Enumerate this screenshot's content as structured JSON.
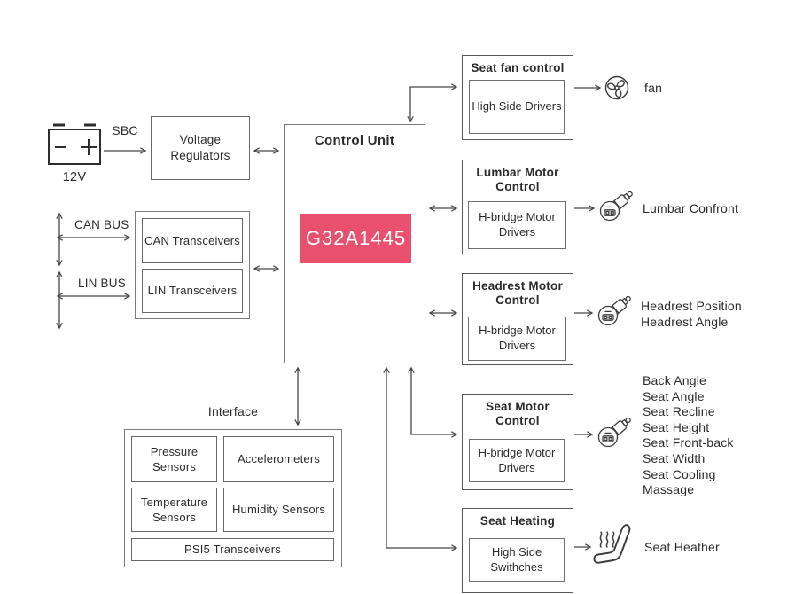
{
  "colors": {
    "accent": "#E8506E",
    "line": "#464646",
    "border": "#686868",
    "text": "#2B2B2B"
  },
  "power": {
    "battery_voltage": "12V",
    "battery_minus": "-",
    "battery_plus": "+",
    "sbc_label": "SBC",
    "voltage_regulators_label": "Voltage Regulators"
  },
  "buses": {
    "can_bus_label": "CAN BUS",
    "lin_bus_label": "LIN BUS",
    "can_transceivers_label": "CAN Transceivers",
    "lin_transceivers_label": "LIN Transceivers"
  },
  "control_unit": {
    "title": "Control Unit",
    "chip": "G32A1445"
  },
  "interface": {
    "title": "Interface",
    "pressure": "Pressure Sensors",
    "accelerometers": "Accelerometers",
    "temperature": "Temperature Sensors",
    "humidity": "Humidity Sensors",
    "psi5": "PSI5 Transceivers"
  },
  "modules": [
    {
      "title": "Seat fan control",
      "driver": "High Side Drivers",
      "icon": "fan-icon",
      "outputs": [
        "fan"
      ]
    },
    {
      "title": "Lumbar Motor Control",
      "driver": "H-bridge Motor Drivers",
      "icon": "motor-icon",
      "outputs": [
        "Lumbar Confront"
      ]
    },
    {
      "title": "Headrest Motor Control",
      "driver": "H-bridge Motor Drivers",
      "icon": "motor-icon",
      "outputs": [
        "Headrest Position",
        "Headrest Angle"
      ]
    },
    {
      "title": "Seat Motor Control",
      "driver": "H-bridge Motor Drivers",
      "icon": "motor-icon",
      "outputs": [
        "Back Angle",
        "Seat Angle",
        "Seat Recline",
        "Seat Height",
        "Seat Front-back",
        "Seat Width",
        "Seat Cooling",
        "Massage"
      ]
    },
    {
      "title": "Seat Heating",
      "driver": "High Side Swithches",
      "icon": "seat-heater-icon",
      "outputs": [
        "Seat Heather"
      ]
    }
  ]
}
